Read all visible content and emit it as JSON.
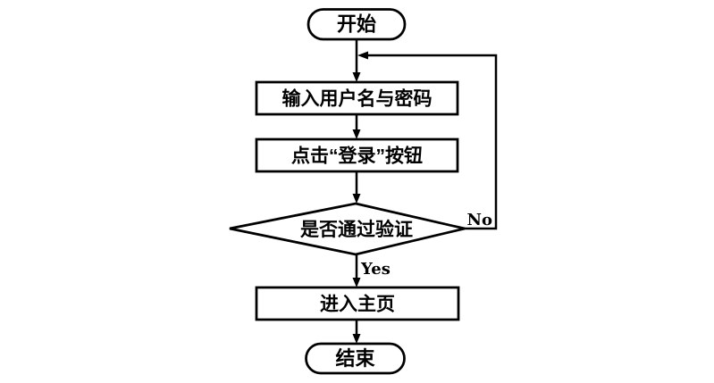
{
  "flowchart": {
    "description": "login-verification-flowchart",
    "colors": {
      "stroke": "#000000",
      "shape_fill": "#ffffff",
      "text": "#000000",
      "background": "#ffffff"
    },
    "nodes": {
      "start": {
        "type": "terminator",
        "label": "开始"
      },
      "input_credentials": {
        "type": "process",
        "label": "输入用户名与密码"
      },
      "click_login": {
        "type": "process",
        "label": "点击“登录”按钮"
      },
      "verify": {
        "type": "decision",
        "label": "是否通过验证"
      },
      "enter_home": {
        "type": "process",
        "label": "进入主页"
      },
      "end": {
        "type": "terminator",
        "label": "结束"
      }
    },
    "edge_labels": {
      "yes": "Yes",
      "no": "No"
    }
  }
}
